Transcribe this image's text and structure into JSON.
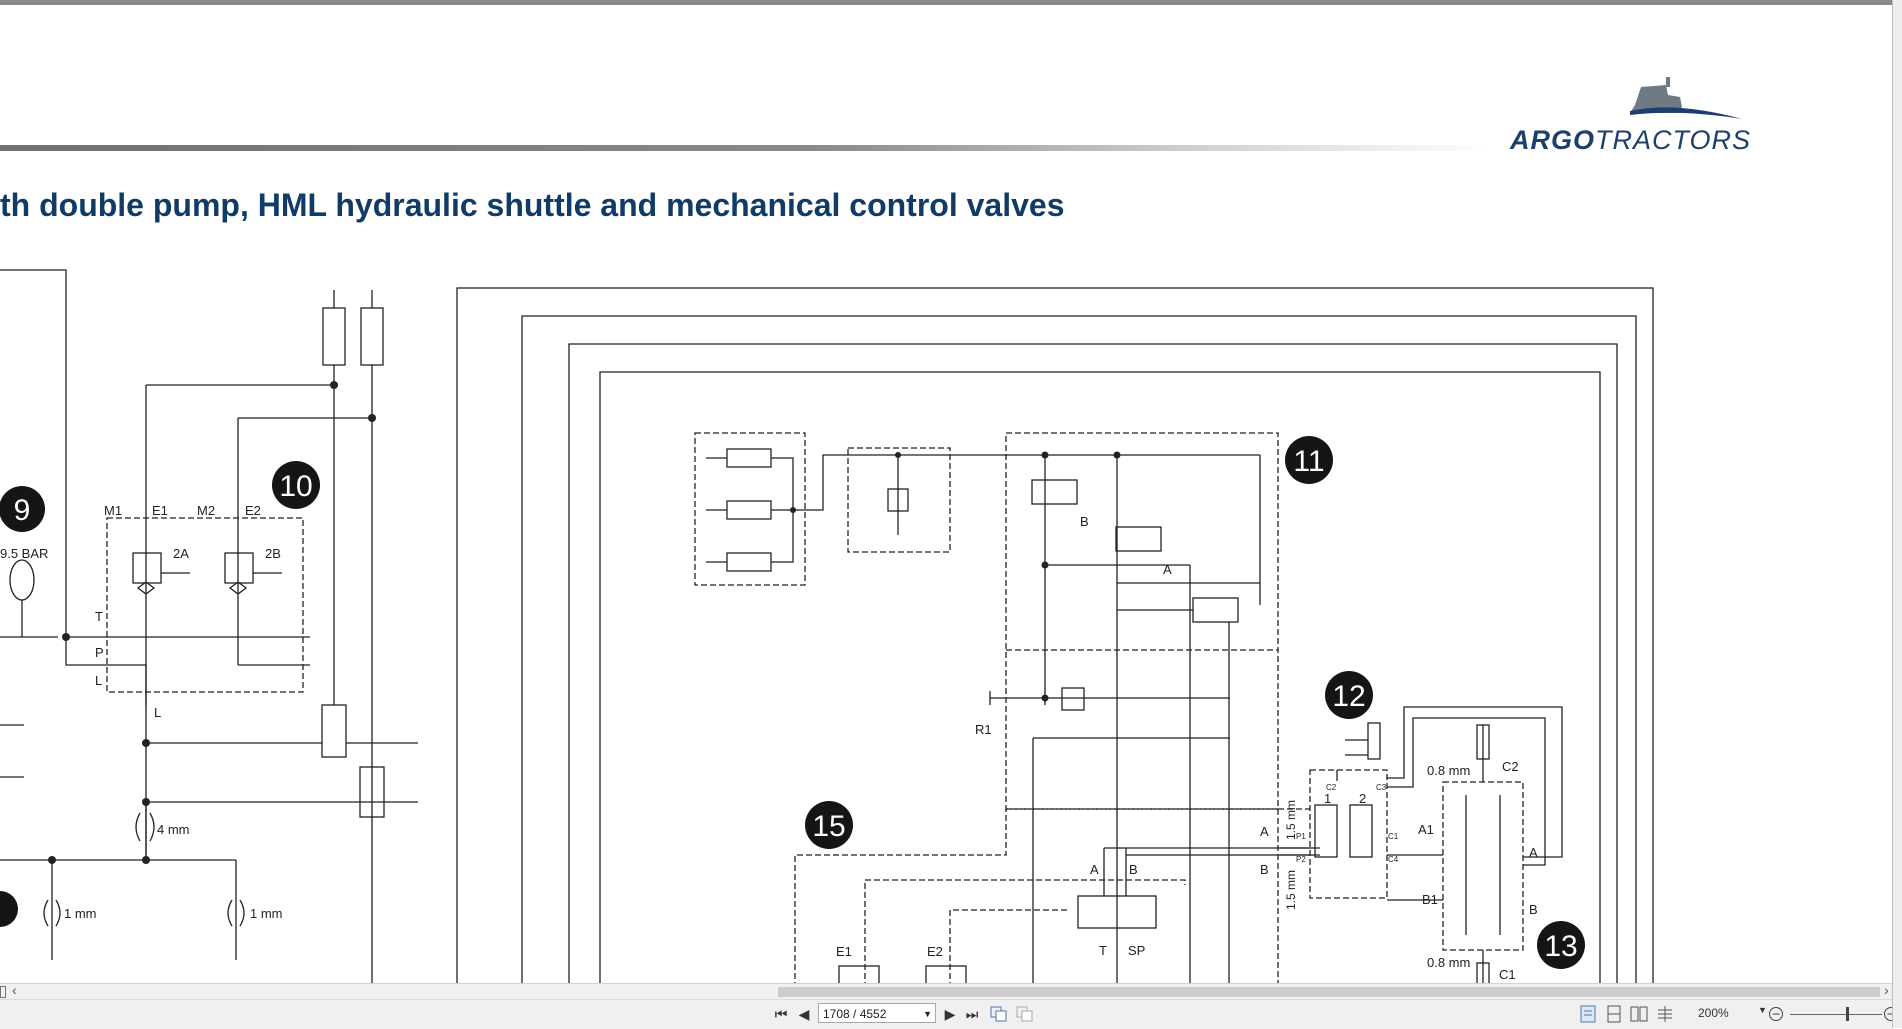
{
  "document": {
    "title": "th double pump, HML hydraulic shuttle and mechanical control valves",
    "logo": {
      "bold": "ARGO",
      "light": "TRACTORS",
      "icon": "tractor-silhouette-icon"
    }
  },
  "schematic": {
    "callouts": {
      "c9": "9",
      "c10": "10",
      "c11": "11",
      "c12": "12",
      "c13": "13",
      "c15": "15"
    },
    "labels": {
      "bar": "9.5 BAR",
      "m1": "M1",
      "e1": "E1",
      "m2": "M2",
      "e2": "E2",
      "v2a": "2A",
      "v2b": "2B",
      "t": "T",
      "p": "P",
      "l": "L",
      "l2": "L",
      "mm4": "4 mm",
      "mm1a": "1 mm",
      "mm1b": "1 mm",
      "b11": "B",
      "a11": "A",
      "r1": "R1",
      "mm15v1": "1.5 mm",
      "mm15v2": "1.5 mm",
      "a_in": "A",
      "b_in": "B",
      "a1": "A1",
      "b1": "B1",
      "mm08a": "0.8 mm",
      "c2": "C2",
      "mm08b": "0.8 mm",
      "c1": "C1",
      "a13": "A",
      "b13": "B",
      "a15": "A",
      "b15": "B",
      "t15": "T",
      "sp": "SP",
      "e1b": "E1",
      "e2b": "E2",
      "v1": "1",
      "v2": "2",
      "c2s": "C2",
      "c3s": "C3",
      "c1s": "C1",
      "c4s": "C4",
      "p1s": "P1",
      "p2s": "P2"
    }
  },
  "viewer": {
    "page_indicator": "1708 / 4552",
    "zoom": "200%",
    "nav": {
      "first": "⏮",
      "prev": "◀",
      "next": "▶",
      "last": "⏭"
    },
    "icons": [
      "first-page-icon",
      "prev-page-icon",
      "next-page-icon",
      "last-page-icon",
      "copy-icon",
      "copy-alt-icon",
      "single-page-icon",
      "continuous-icon",
      "facing-icon",
      "split-icon",
      "zoom-out-icon",
      "zoom-in-icon"
    ]
  }
}
